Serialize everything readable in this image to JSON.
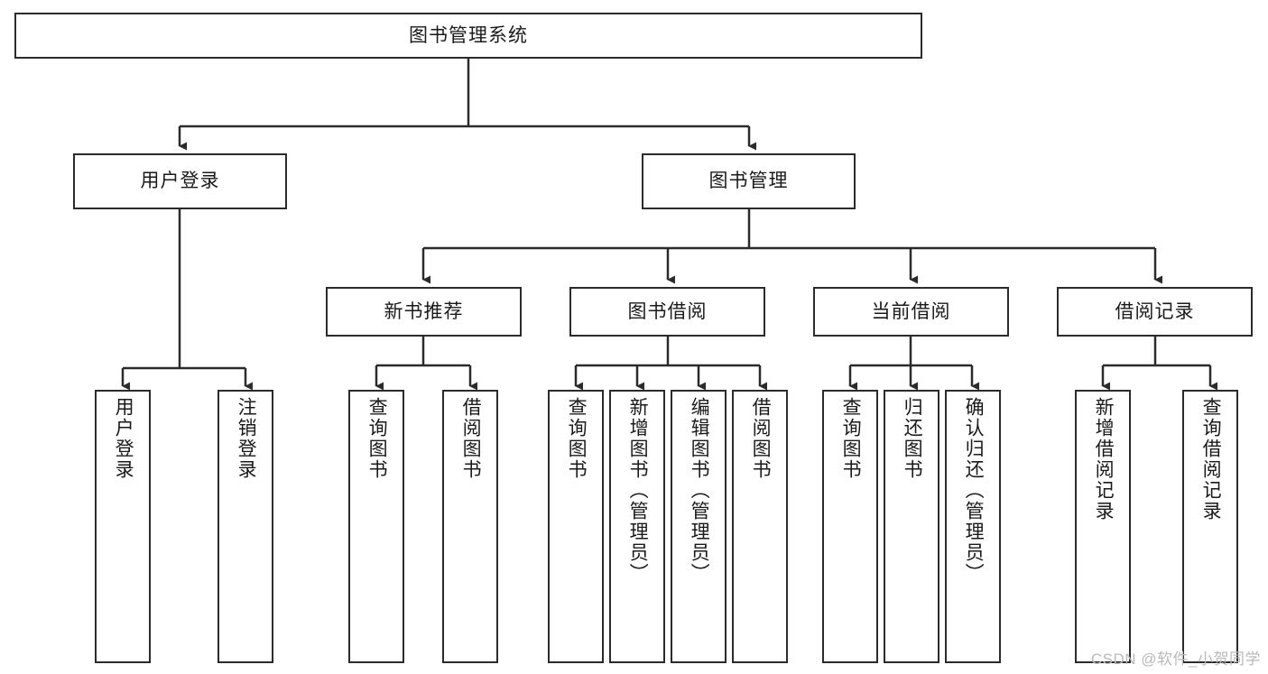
{
  "diagram": {
    "title": "图书管理系统",
    "type": "tree-hierarchy-chart",
    "colors": {
      "box_border": "#2b2b2b",
      "box_fill": "#ffffff",
      "edge": "#2b2b2b",
      "text": "#1a1a1a",
      "watermark": "#b9b9b9",
      "background": "#ffffff"
    },
    "root": {
      "label": "图书管理系统"
    },
    "level1": [
      {
        "label": "用户登录"
      },
      {
        "label": "图书管理"
      }
    ],
    "level2": [
      {
        "label": "新书推荐"
      },
      {
        "label": "图书借阅"
      },
      {
        "label": "当前借阅"
      },
      {
        "label": "借阅记录"
      }
    ],
    "leaves": {
      "user_login": [
        {
          "label": "用户登录"
        },
        {
          "label": "注销登录"
        }
      ],
      "new_book": [
        {
          "label": "查询图书"
        },
        {
          "label": "借阅图书"
        }
      ],
      "book_borrow": [
        {
          "label": "查询图书"
        },
        {
          "label": "新增图书（管理员）"
        },
        {
          "label": "编辑图书（管理员）"
        },
        {
          "label": "借阅图书"
        }
      ],
      "current_borrow": [
        {
          "label": "查询图书"
        },
        {
          "label": "归还图书"
        },
        {
          "label": "确认归还（管理员）"
        }
      ],
      "borrow_record": [
        {
          "label": "新增借阅记录"
        },
        {
          "label": "查询借阅记录"
        }
      ]
    }
  },
  "watermark": {
    "text": "CSDN @软件_小贺同学"
  }
}
